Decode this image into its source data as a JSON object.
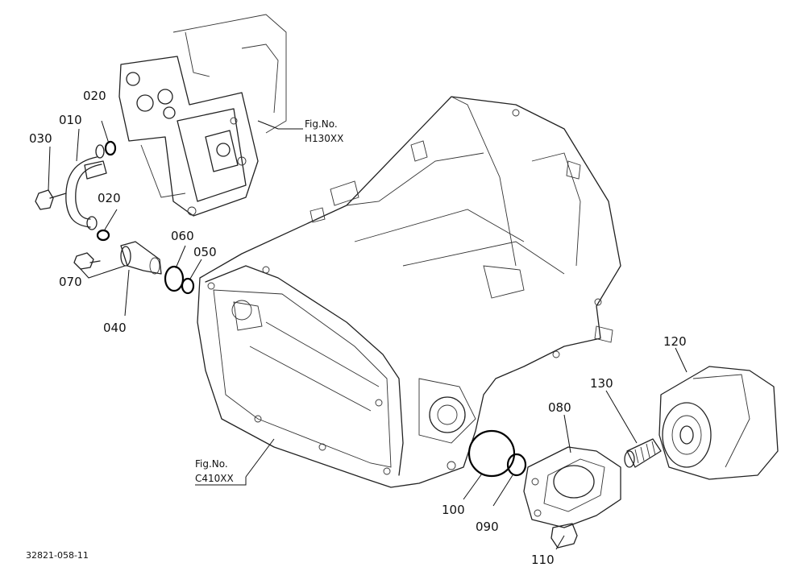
{
  "callouts": [
    {
      "id": "c010",
      "text": "010"
    },
    {
      "id": "c020a",
      "text": "020"
    },
    {
      "id": "c020b",
      "text": "020"
    },
    {
      "id": "c030",
      "text": "030"
    },
    {
      "id": "c040",
      "text": "040"
    },
    {
      "id": "c050",
      "text": "050"
    },
    {
      "id": "c060",
      "text": "060"
    },
    {
      "id": "c070",
      "text": "070"
    },
    {
      "id": "c080",
      "text": "080"
    },
    {
      "id": "c090",
      "text": "090"
    },
    {
      "id": "c100",
      "text": "100"
    },
    {
      "id": "c110",
      "text": "110"
    },
    {
      "id": "c120",
      "text": "120"
    },
    {
      "id": "c130",
      "text": "130"
    }
  ],
  "figure_refs": [
    {
      "line1": "Fig.No.",
      "line2": "H130XX"
    },
    {
      "line1": "Fig.No.",
      "line2": "C410XX"
    }
  ],
  "drawing_code": "32821-058-11"
}
